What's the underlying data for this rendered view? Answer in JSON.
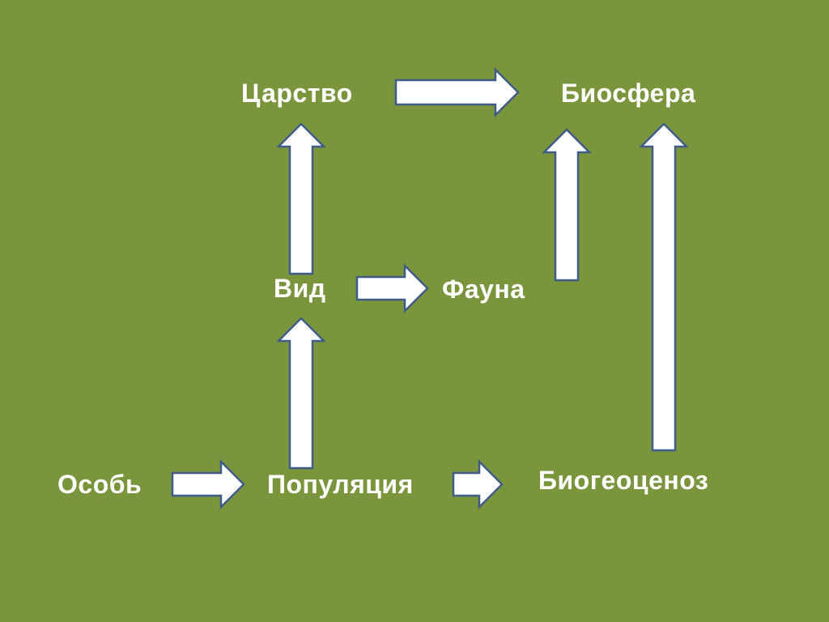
{
  "colors": {
    "background": "#7a953c",
    "arrow_fill": "#ffffff",
    "arrow_stroke": "#3f5b8a",
    "text": "#ffffff"
  },
  "nodes": {
    "tsarstvo": "Царство",
    "biosfera": "Биосфера",
    "vid": "Вид",
    "fauna": "Фауна",
    "osob": "Особь",
    "populyatsiya": "Популяция",
    "biogeotsenoz": "Биогеоценоз"
  },
  "edges": [
    {
      "from": "osob",
      "to": "populyatsiya"
    },
    {
      "from": "populyatsiya",
      "to": "biogeotsenoz"
    },
    {
      "from": "populyatsiya",
      "to": "vid"
    },
    {
      "from": "vid",
      "to": "fauna"
    },
    {
      "from": "vid",
      "to": "tsarstvo"
    },
    {
      "from": "tsarstvo",
      "to": "biosfera"
    },
    {
      "from": "fauna",
      "to": "biosfera"
    },
    {
      "from": "biogeotsenoz",
      "to": "biosfera"
    }
  ]
}
